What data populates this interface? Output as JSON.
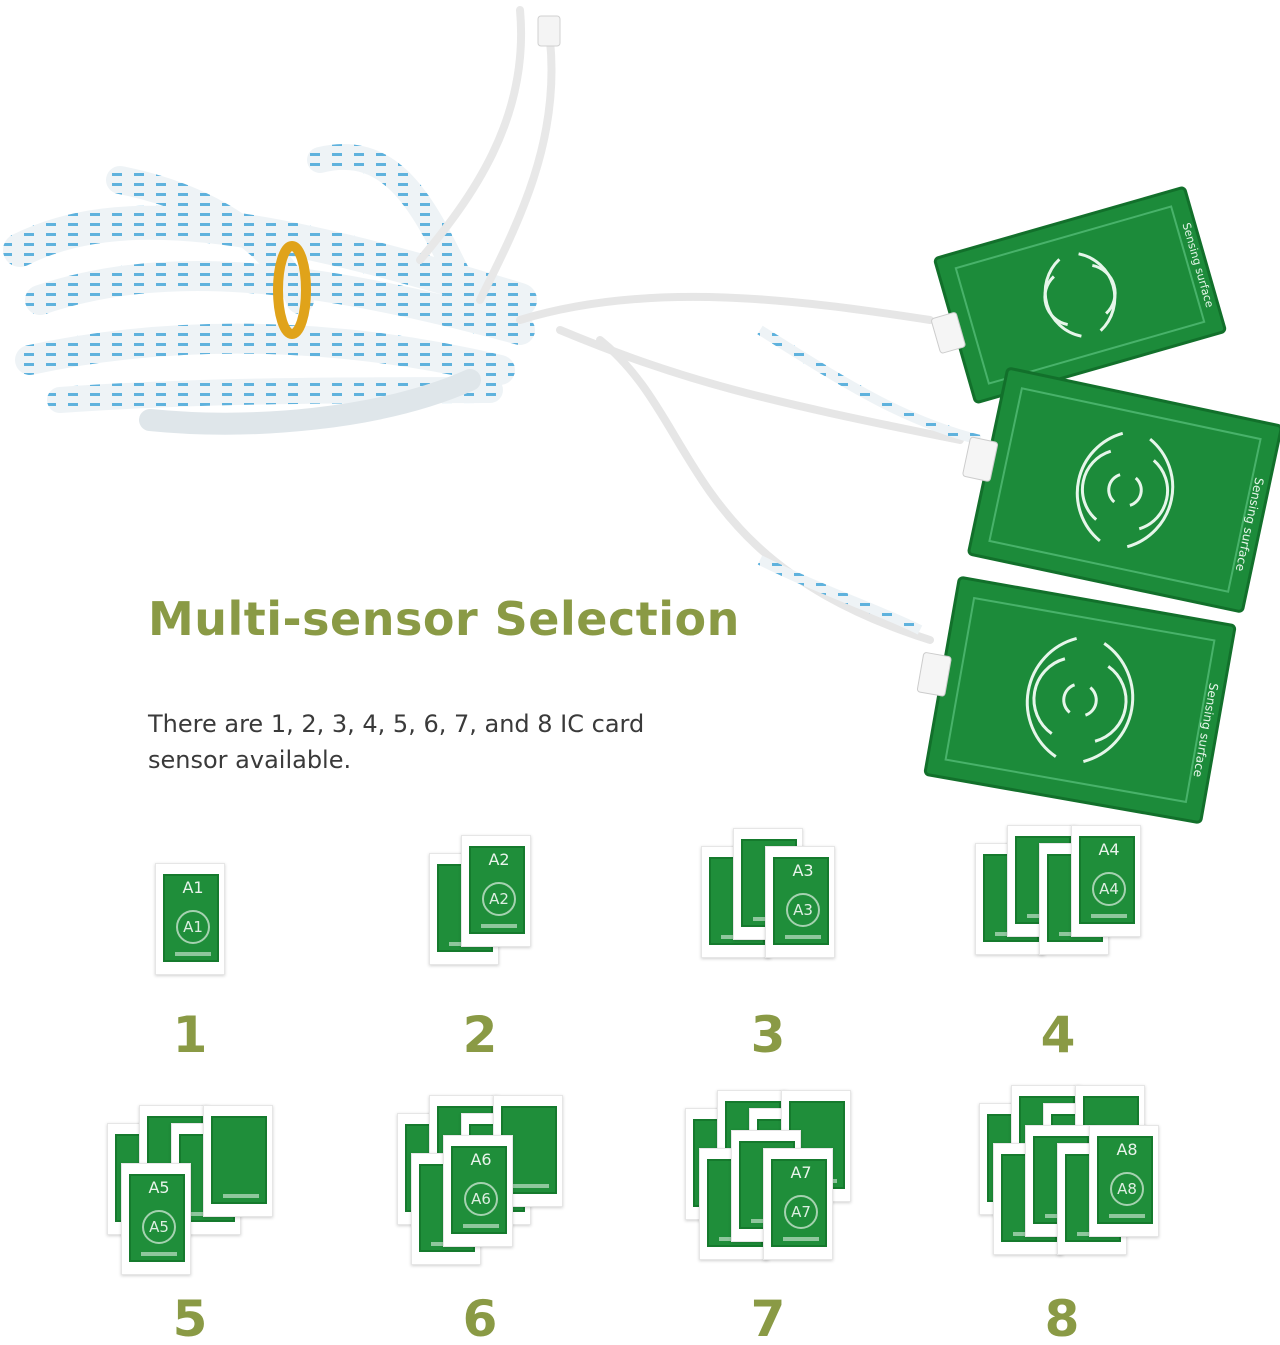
{
  "headline": "Multi-sensor Selection",
  "description": "There are 1, 2, 3, 4, 5, 6, 7, and 8 IC card sensor available.",
  "board_silkscreen": "Sensing surface",
  "colors": {
    "accent": "#8a9a45",
    "pcb_green": "#1f8e3a",
    "text": "#3a3a3a"
  },
  "options": [
    {
      "count": "1",
      "top_label": "A1"
    },
    {
      "count": "2",
      "top_label": "A2"
    },
    {
      "count": "3",
      "top_label": "A3"
    },
    {
      "count": "4",
      "top_label": "A4"
    },
    {
      "count": "5",
      "top_label": "A5"
    },
    {
      "count": "6",
      "top_label": "A6"
    },
    {
      "count": "7",
      "top_label": "A7"
    },
    {
      "count": "8",
      "top_label": "A8"
    }
  ]
}
